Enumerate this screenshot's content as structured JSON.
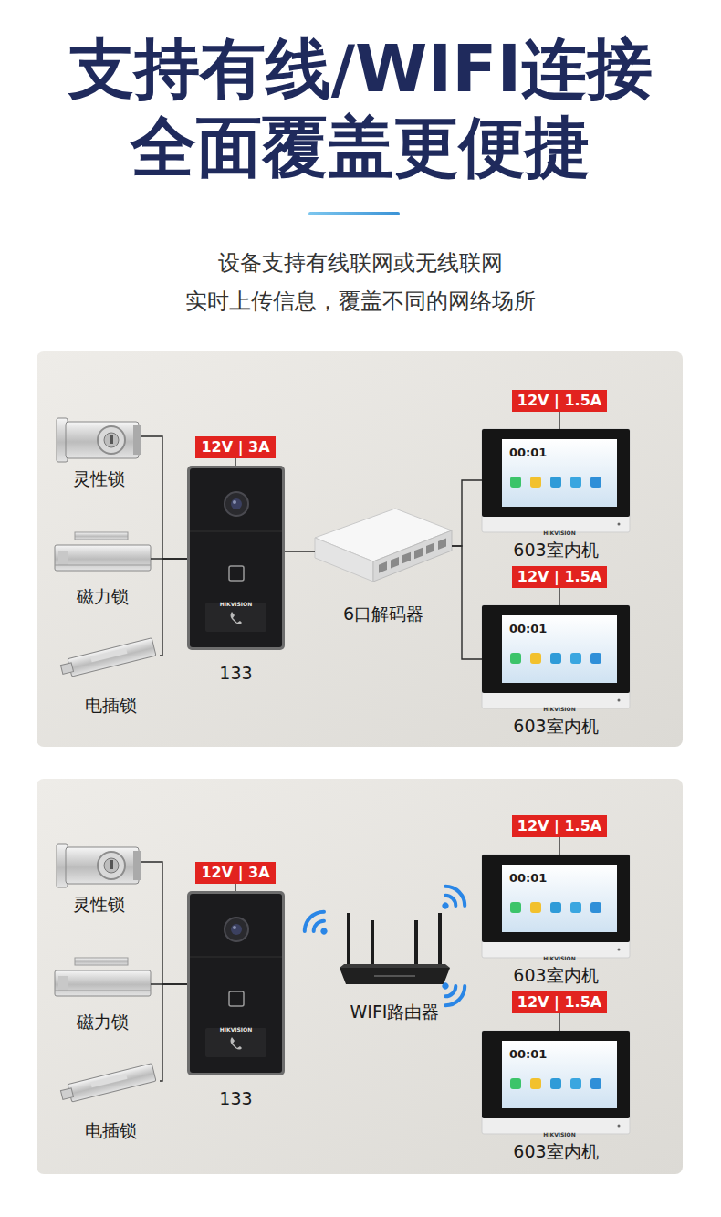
{
  "diagram": {
    "title": "支持有线/WIFI连接 全面覆盖更便捷",
    "nodes": [
      {
        "text": [
          "灵性锁"
        ]
      },
      {
        "text": [
          "磁力锁"
        ]
      },
      {
        "text": [
          "电插锁"
        ]
      },
      {
        "text": [
          "12V | 3A"
        ]
      },
      {
        "text": [
          "133"
        ]
      },
      {
        "text": [
          "6口解码器"
        ]
      },
      {
        "text": [
          "12V | 1.5A"
        ]
      },
      {
        "text": [
          "603室内机"
        ]
      },
      {
        "text": [
          "12V | 1.5A"
        ]
      },
      {
        "text": [
          "603室内机"
        ]
      },
      {
        "text": [
          "灵性锁"
        ]
      },
      {
        "text": [
          "磁力锁"
        ]
      },
      {
        "text": [
          "电插锁"
        ]
      },
      {
        "text": [
          "12V | 3A"
        ]
      },
      {
        "text": [
          "133"
        ]
      },
      {
        "text": [
          "WIFI路由器"
        ]
      },
      {
        "text": [
          "12V | 1.5A"
        ]
      },
      {
        "text": [
          "603室内机"
        ]
      },
      {
        "text": [
          "12V | 1.5A"
        ]
      },
      {
        "text": [
          "603室内机"
        ]
      }
    ],
    "edges": [
      {
        "from": 0,
        "to": 4,
        "arrow": "none"
      },
      {
        "from": 1,
        "to": 4,
        "arrow": "none"
      },
      {
        "from": 2,
        "to": 4,
        "arrow": "none"
      },
      {
        "from": 3,
        "to": 4,
        "arrow": "none"
      },
      {
        "from": 4,
        "to": 5,
        "arrow": "none"
      },
      {
        "from": 5,
        "to": 7,
        "arrow": "none"
      },
      {
        "from": 5,
        "to": 9,
        "arrow": "none"
      },
      {
        "from": 6,
        "to": 7,
        "arrow": "none"
      },
      {
        "from": 8,
        "to": 9,
        "arrow": "none"
      },
      {
        "from": 10,
        "to": 14,
        "arrow": "none"
      },
      {
        "from": 11,
        "to": 14,
        "arrow": "none"
      },
      {
        "from": 12,
        "to": 14,
        "arrow": "none"
      },
      {
        "from": 13,
        "to": 14,
        "arrow": "none"
      },
      {
        "from": 16,
        "to": 17,
        "arrow": "none"
      },
      {
        "from": 18,
        "to": 19,
        "arrow": "none"
      }
    ],
    "labels": [
      "设备支持有线联网或无线联网",
      "实时上传信息，覆盖不同的网络场所",
      "HIKVISION",
      "00:01",
      "HIKVISION",
      "00:01",
      "HIKVISION",
      "HIKVISION",
      "00:01",
      "HIKVISION",
      "00:01",
      "HIKVISION"
    ]
  }
}
